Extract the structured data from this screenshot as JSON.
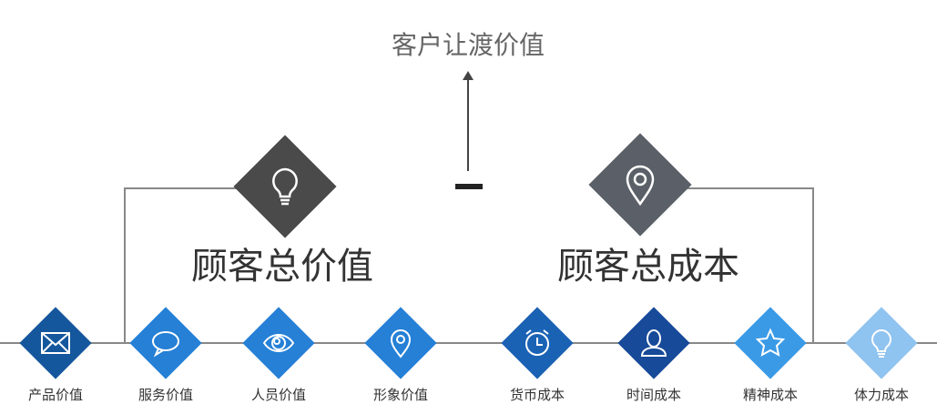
{
  "top_title": "客户让渡价值",
  "operator": "−",
  "value_group": {
    "title": "顾客总价值",
    "icon": "lightbulb-icon",
    "color": "#4a4a4a",
    "items": [
      {
        "label": "产品价值",
        "icon": "envelope-icon",
        "color": "#15579c"
      },
      {
        "label": "服务价值",
        "icon": "speech-bubble-icon",
        "color": "#2580d6"
      },
      {
        "label": "人员价值",
        "icon": "eye-icon",
        "color": "#2580d6"
      },
      {
        "label": "形象价值",
        "icon": "location-pin-icon",
        "color": "#2580d6"
      }
    ]
  },
  "cost_group": {
    "title": "顾客总成本",
    "icon": "location-pin-icon",
    "color": "#5b6068",
    "items": [
      {
        "label": "货币成本",
        "icon": "alarm-clock-icon",
        "color": "#1a62b4"
      },
      {
        "label": "时间成本",
        "icon": "person-icon",
        "color": "#174a98"
      },
      {
        "label": "精神成本",
        "icon": "star-icon",
        "color": "#3b9ae6"
      },
      {
        "label": "体力成本",
        "icon": "lightbulb-icon",
        "color": "#8fc3f0"
      }
    ]
  }
}
